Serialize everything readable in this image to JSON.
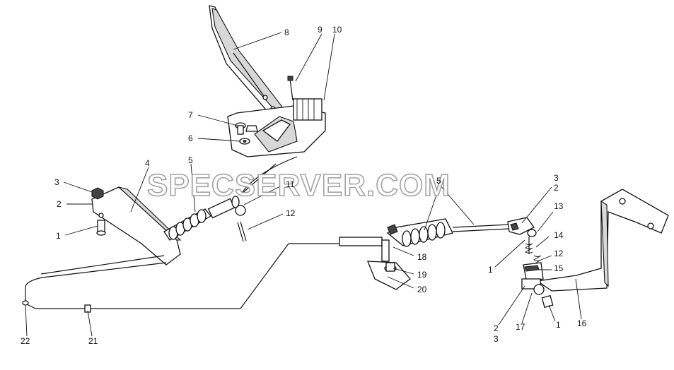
{
  "watermark": "SPECSERVER.COM",
  "callouts": [
    {
      "id": "c8",
      "text": "8"
    },
    {
      "id": "c9",
      "text": "9"
    },
    {
      "id": "c10",
      "text": "10"
    },
    {
      "id": "c7",
      "text": "7"
    },
    {
      "id": "c6",
      "text": "6"
    },
    {
      "id": "c5a",
      "text": "5"
    },
    {
      "id": "c4",
      "text": "4"
    },
    {
      "id": "c3a",
      "text": "3"
    },
    {
      "id": "c2a",
      "text": "2"
    },
    {
      "id": "c1a",
      "text": "1"
    },
    {
      "id": "c11",
      "text": "11"
    },
    {
      "id": "c12a",
      "text": "12"
    },
    {
      "id": "c5b",
      "text": "5"
    },
    {
      "id": "c3b",
      "text": "3"
    },
    {
      "id": "c2b",
      "text": "2"
    },
    {
      "id": "c13",
      "text": "13"
    },
    {
      "id": "c14",
      "text": "14"
    },
    {
      "id": "c12b",
      "text": "12"
    },
    {
      "id": "c15",
      "text": "15"
    },
    {
      "id": "c1b",
      "text": "1"
    },
    {
      "id": "c18",
      "text": "18"
    },
    {
      "id": "c19",
      "text": "19"
    },
    {
      "id": "c20",
      "text": "20"
    },
    {
      "id": "c2c",
      "text": "2"
    },
    {
      "id": "c3c",
      "text": "3"
    },
    {
      "id": "c17",
      "text": "17"
    },
    {
      "id": "c1c",
      "text": "1"
    },
    {
      "id": "c16",
      "text": "16"
    },
    {
      "id": "c22",
      "text": "22"
    },
    {
      "id": "c21",
      "text": "21"
    }
  ]
}
